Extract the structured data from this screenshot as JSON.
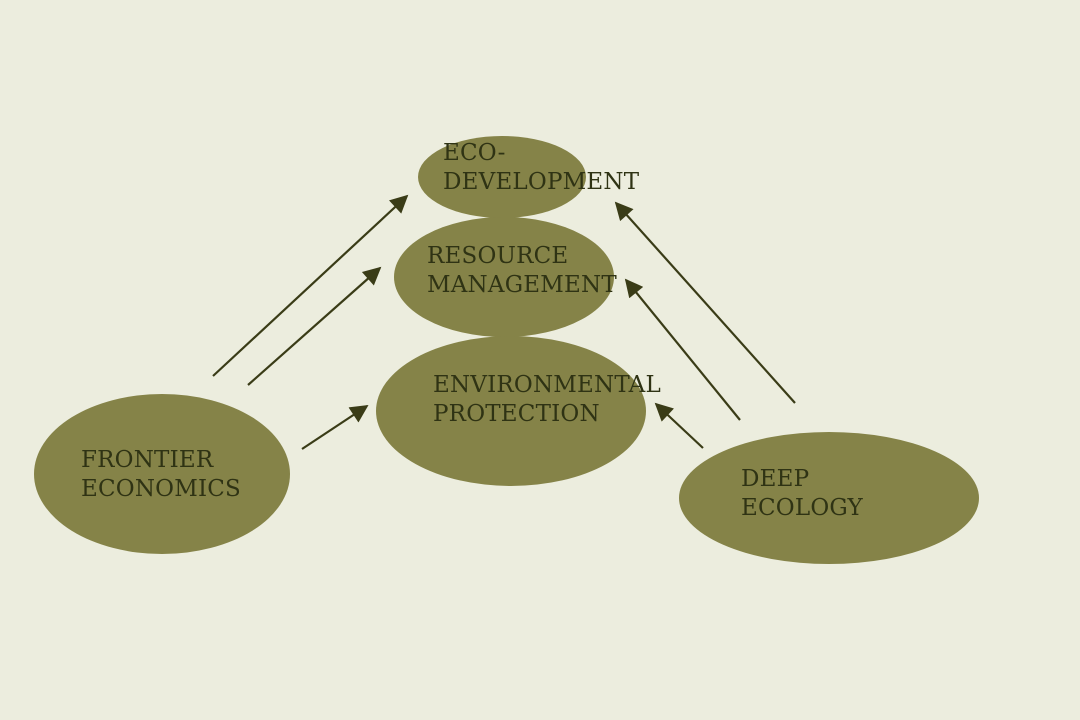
{
  "diagram": {
    "colors": {
      "background": "#ecedde",
      "node_fill": "#858348",
      "arrow": "#3a3c17",
      "text": "#2f3314"
    },
    "nodes": {
      "eco_development": {
        "line1": "ECO-",
        "line2": "DEVELOPMENT"
      },
      "resource_management": {
        "line1": "RESOURCE",
        "line2": "MANAGEMENT"
      },
      "environmental_protection": {
        "line1": "ENVIRONMENTAL",
        "line2": "PROTECTION"
      },
      "frontier_economics": {
        "line1": "FRONTIER",
        "line2": "ECONOMICS"
      },
      "deep_ecology": {
        "line1": "DEEP",
        "line2": "ECOLOGY"
      }
    },
    "edges": [
      {
        "from": "FRONTIER ECONOMICS",
        "to": "ECO-DEVELOPMENT"
      },
      {
        "from": "FRONTIER ECONOMICS",
        "to": "RESOURCE MANAGEMENT"
      },
      {
        "from": "FRONTIER ECONOMICS",
        "to": "ENVIRONMENTAL PROTECTION"
      },
      {
        "from": "DEEP ECOLOGY",
        "to": "ECO-DEVELOPMENT"
      },
      {
        "from": "DEEP ECOLOGY",
        "to": "RESOURCE MANAGEMENT"
      },
      {
        "from": "DEEP ECOLOGY",
        "to": "ENVIRONMENTAL PROTECTION"
      }
    ]
  }
}
